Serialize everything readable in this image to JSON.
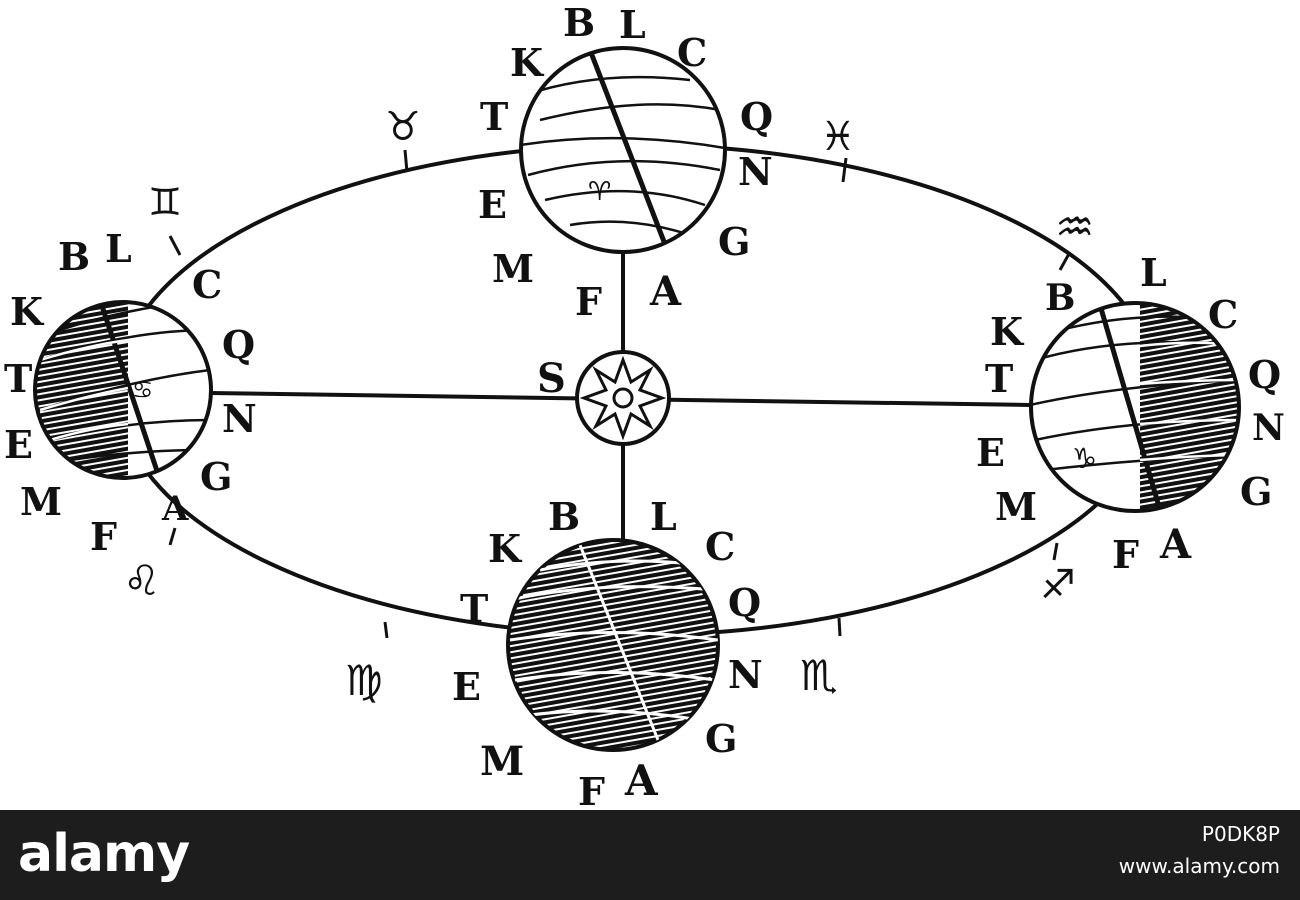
{
  "diagram": {
    "sun_label": "S",
    "zodiac": {
      "taurus": "♉",
      "gemini": "♊",
      "pisces": "♓",
      "aquarius": "♒",
      "leo": "♌",
      "virgo": "♍",
      "scorpio": "♏",
      "sagittarius": "♐"
    },
    "globe_top": {
      "labels": [
        "B",
        "L",
        "C",
        "K",
        "T",
        "Q",
        "N",
        "E",
        "G",
        "M",
        "F",
        "A"
      ],
      "sign": "♈"
    },
    "globe_left": {
      "labels": [
        "B",
        "L",
        "C",
        "K",
        "Q",
        "T",
        "N",
        "E",
        "G",
        "M",
        "F",
        "A"
      ],
      "sign": "♋"
    },
    "globe_right": {
      "labels": [
        "L",
        "B",
        "C",
        "K",
        "Q",
        "T",
        "N",
        "E",
        "G",
        "M",
        "F",
        "A"
      ],
      "sign": "♑"
    },
    "globe_bottom": {
      "labels": [
        "B",
        "L",
        "C",
        "K",
        "Q",
        "T",
        "N",
        "E",
        "G",
        "M",
        "F",
        "A"
      ]
    }
  },
  "footer": {
    "logo": "alamy",
    "image_id": "P0DK8P",
    "site": "www.alamy.com"
  }
}
